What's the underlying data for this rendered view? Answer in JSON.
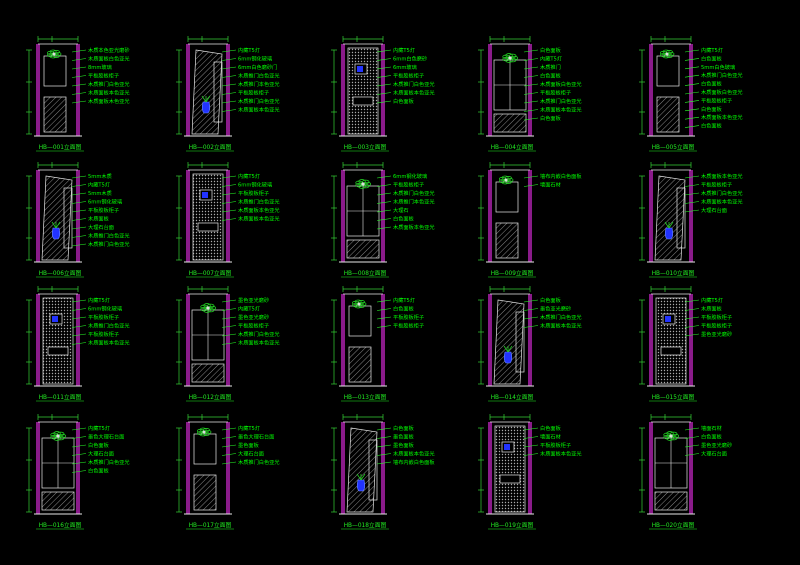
{
  "sheet": {
    "background": "#000000",
    "colors": {
      "wall": "#8a1b8a",
      "outline": "#e8e8e8",
      "dimension": "#36d236",
      "leader": "#2aff2a",
      "label": "#00ff00",
      "title": "#22ee22",
      "plant": "#22cc22",
      "vase": "#2233ff",
      "hatch": "#888888"
    }
  },
  "panels": [
    {
      "id": "001",
      "title": "HB—001立面图",
      "labels": [
        "木质本色亚光磨砂",
        "木质面板白色亚光",
        "8mm玻璃",
        "平板胶板柜子",
        "木质推门白色亚光",
        "木质面板本色亚光",
        "木质面板木色亚光"
      ]
    },
    {
      "id": "002",
      "title": "HB—002立面图",
      "labels": [
        "内藏T5灯",
        "6mm钢化玻璃",
        "6mm白色磨砂门",
        "木质推门白色亚光",
        "木质推门本色亚光",
        "平板胶板柜子",
        "木质推门白色亚光",
        "木质面板本色亚光"
      ]
    },
    {
      "id": "003",
      "title": "HB—003立面图",
      "labels": [
        "内藏T5灯",
        "6mm白色磨砂",
        "6mm玻璃",
        "平板胶板柜子",
        "木质推门白色亚光",
        "木质面板本色亚光",
        "白色面板"
      ]
    },
    {
      "id": "004",
      "title": "HB—004立面图",
      "labels": [
        "白色面板",
        "内藏T5灯",
        "木质推门",
        "白色面板",
        "木质面板白色亚光",
        "平板胶板柜子",
        "木质推门白色亚光",
        "木质面板本色亚光",
        "白色面板"
      ]
    },
    {
      "id": "005",
      "title": "HB—005立面图",
      "labels": [
        "内藏T5灯",
        "白色面板",
        "5mm白色玻璃",
        "木质推门白色亚光",
        "白色面板",
        "木质面板白色亚光",
        "平板胶板柜子",
        "白色面板",
        "木质面板本色亚光",
        "白色面板"
      ]
    },
    {
      "id": "006",
      "title": "HB—006立面图",
      "labels": [
        "5mm木质",
        "内藏T5灯",
        "5mm木质",
        "6mm钢化玻璃",
        "平板胶板柜子",
        "木质面板",
        "大理石台面",
        "木质推门白色亚光",
        "木质推门白色亚光"
      ]
    },
    {
      "id": "007",
      "title": "HB—007立面图",
      "labels": [
        "内藏T5灯",
        "6mm钢化玻璃",
        "平板胶板柜子",
        "木质推门白色亚光",
        "木质面板本色亚光",
        "木质面板本色亚光"
      ]
    },
    {
      "id": "008",
      "title": "HB—008立面图",
      "labels": [
        "6mm钢化玻璃",
        "平板胶板柜子",
        "木质推门白色亚光",
        "木质推门本色亚光",
        "大理石",
        "白色面板",
        "木质面板本色亚光"
      ]
    },
    {
      "id": "009",
      "title": "HB—009立面图",
      "labels": [
        "墙布内嵌白色面板",
        "墙面石材"
      ]
    },
    {
      "id": "010",
      "title": "HB—010立面图",
      "labels": [
        "木质面板本色亚光",
        "平板胶板柜子",
        "木质推门白色亚光",
        "木质面板本色亚光",
        "大理石台面"
      ]
    },
    {
      "id": "011",
      "title": "HB—011立面图",
      "labels": [
        "内藏T5灯",
        "6mm钢化玻璃",
        "平板胶板柜子",
        "木质推门白色亚光",
        "平板胶板柜子",
        "木质面板本色亚光"
      ]
    },
    {
      "id": "012",
      "title": "HB—012立面图",
      "labels": [
        "墨色亚光磨砂",
        "内藏T5灯",
        "墨色亚光磨砂",
        "平板胶板柜子",
        "木质推门白色亚光",
        "木质面板本色亚光"
      ]
    },
    {
      "id": "013",
      "title": "HB—013立面图",
      "labels": [
        "内藏T5灯",
        "白色面板",
        "平板胶板柜子",
        "平板胶板柜子"
      ]
    },
    {
      "id": "014",
      "title": "HB—014立面图",
      "labels": [
        "白色面板",
        "墨色亚光磨砂",
        "木质推门白色亚光",
        "木质面板本色亚光"
      ]
    },
    {
      "id": "015",
      "title": "HB—015立面图",
      "labels": [
        "内藏T5灯",
        "木质面板",
        "平板胶板柜子",
        "平板胶板柜子",
        "墨色亚光磨砂"
      ]
    },
    {
      "id": "016",
      "title": "HB—016立面图",
      "labels": [
        "内藏T5灯",
        "墨色大理石台面",
        "白色面板",
        "大理石台面",
        "木质推门白色亚光",
        "白色面板"
      ]
    },
    {
      "id": "017",
      "title": "HB—017立面图",
      "labels": [
        "内藏T5灯",
        "墨色大理石台面",
        "墨色面板",
        "大理石台面",
        "木质推门白色亚光"
      ]
    },
    {
      "id": "018",
      "title": "HB—018立面图",
      "labels": [
        "白色面板",
        "墨色面板",
        "墨色面板",
        "木质面板本色亚光",
        "墙布内嵌白色面板"
      ]
    },
    {
      "id": "019",
      "title": "HB—019立面图",
      "labels": [
        "白色面板",
        "墙面石材",
        "平板胶板柜子",
        "木质面板本色亚光"
      ]
    },
    {
      "id": "020",
      "title": "HB—020立面图",
      "labels": [
        "墙面石材",
        "白色面板",
        "墨色亚光磨砂",
        "大理石台面"
      ]
    }
  ]
}
